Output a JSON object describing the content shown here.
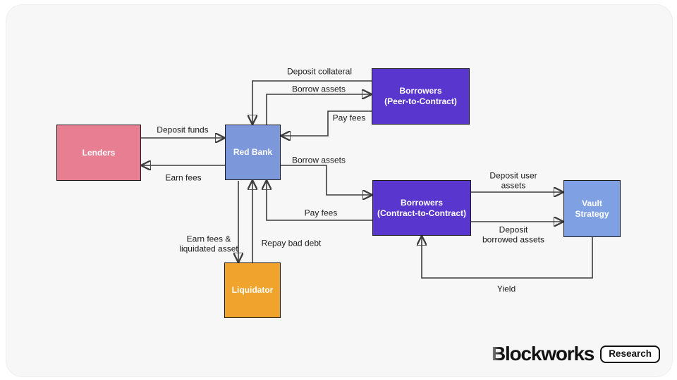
{
  "canvas": {
    "page_bg": "#ffffff",
    "card_bg": "#f7f7f8",
    "line_color": "#3d3d3d",
    "label_color": "#1c1c1c"
  },
  "nodes": {
    "lenders": {
      "label": "Lenders",
      "color": "#E87E92"
    },
    "red_bank": {
      "label": "Red Bank",
      "color": "#7C97DA"
    },
    "borrowers_p2c": {
      "label": "Borrowers",
      "label2": "(Peer-to-Contract)",
      "color": "#5936CE"
    },
    "borrowers_c2c": {
      "label": "Borrowers",
      "label2": "(Contract-to-Contract)",
      "color": "#5936CE"
    },
    "vault_strategy": {
      "label": "Vault Strategy",
      "color": "#7FA1E3"
    },
    "liquidator": {
      "label": "Liquidator",
      "color": "#F0A42D"
    }
  },
  "edges": {
    "deposit_collateral": {
      "label": "Deposit collateral",
      "from": "borrowers_p2c",
      "to": "red_bank"
    },
    "borrow_assets_top": {
      "label": "Borrow assets",
      "from": "red_bank",
      "to": "borrowers_p2c"
    },
    "pay_fees_top": {
      "label": "Pay fees",
      "from": "borrowers_p2c",
      "to": "red_bank"
    },
    "deposit_funds": {
      "label": "Deposit funds",
      "from": "lenders",
      "to": "red_bank"
    },
    "earn_fees": {
      "label": "Earn fees",
      "from": "red_bank",
      "to": "lenders"
    },
    "borrow_assets_mid": {
      "label": "Borrow assets",
      "from": "red_bank",
      "to": "borrowers_c2c"
    },
    "pay_fees_mid": {
      "label": "Pay fees",
      "from": "borrowers_c2c",
      "to": "red_bank"
    },
    "earn_fees_liquidated": {
      "label": "Earn fees &",
      "label2": "liquidated asset",
      "from": "red_bank",
      "to": "liquidator"
    },
    "repay_bad_debt": {
      "label": "Repay bad debt",
      "from": "liquidator",
      "to": "red_bank"
    },
    "deposit_user_assets": {
      "label": "Deposit user",
      "label2": "assets",
      "from": "borrowers_c2c",
      "to": "vault_strategy"
    },
    "deposit_borrowed_assets": {
      "label": "Deposit",
      "label2": "borrowed assets",
      "from": "borrowers_c2c",
      "to": "vault_strategy"
    },
    "yield": {
      "label": "Yield",
      "from": "vault_strategy",
      "to": "borrowers_c2c"
    }
  },
  "branding": {
    "wordmark_initial": "B",
    "wordmark_rest": "lockworks",
    "badge": "Research"
  }
}
